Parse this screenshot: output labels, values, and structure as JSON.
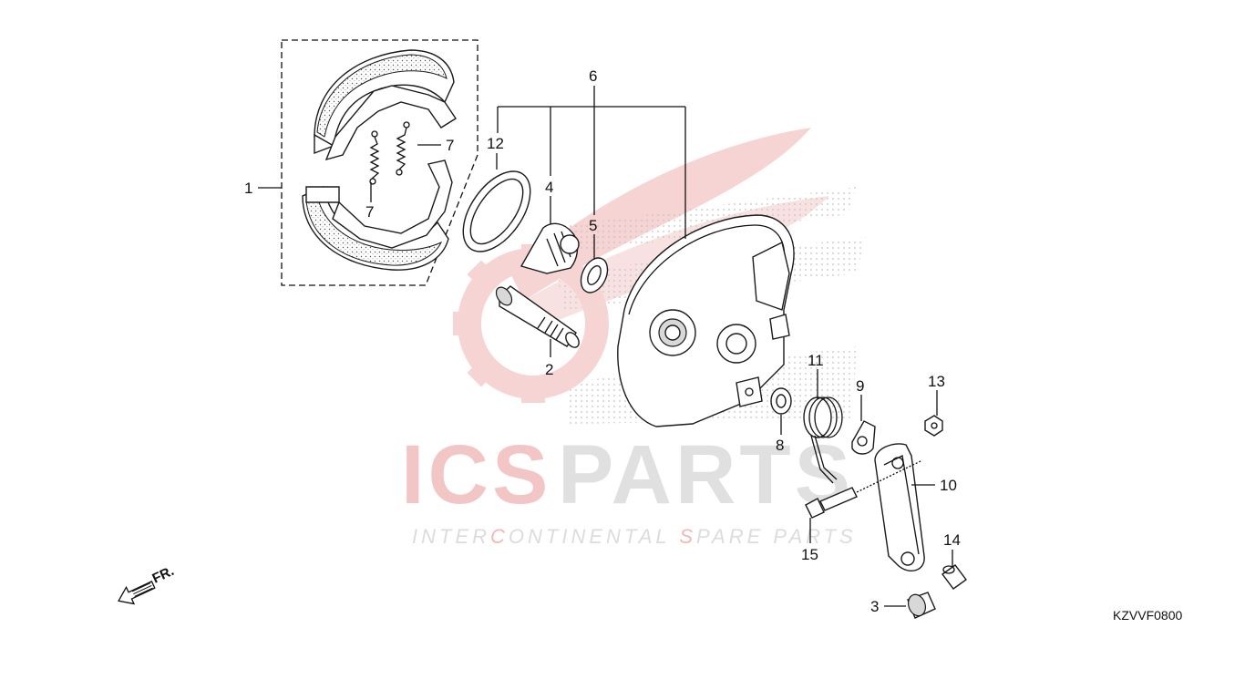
{
  "diagram": {
    "figure_code": "KZVVF0800",
    "direction_label": "FR.",
    "watermark": {
      "brand_red": "ICS",
      "brand_grey": "PARTS",
      "tagline_parts": [
        {
          "text": "INTER",
          "color": "#dcdcdc"
        },
        {
          "text": "C",
          "color": "#f2b8b8"
        },
        {
          "text": "ONTINENTAL ",
          "color": "#dcdcdc"
        },
        {
          "text": "S",
          "color": "#f2b8b8"
        },
        {
          "text": "PARE PARTS",
          "color": "#dcdcdc"
        }
      ],
      "red_color": "#f3c6c6",
      "grey_color": "#e0e0e0"
    },
    "callouts": {
      "c1": "1",
      "c2": "2",
      "c3": "3",
      "c4": "4",
      "c5": "5",
      "c6": "6",
      "c7a": "7",
      "c7b": "7",
      "c8": "8",
      "c9": "9",
      "c10": "10",
      "c11": "11",
      "c12": "12",
      "c13": "13",
      "c14": "14",
      "c15": "15"
    }
  }
}
